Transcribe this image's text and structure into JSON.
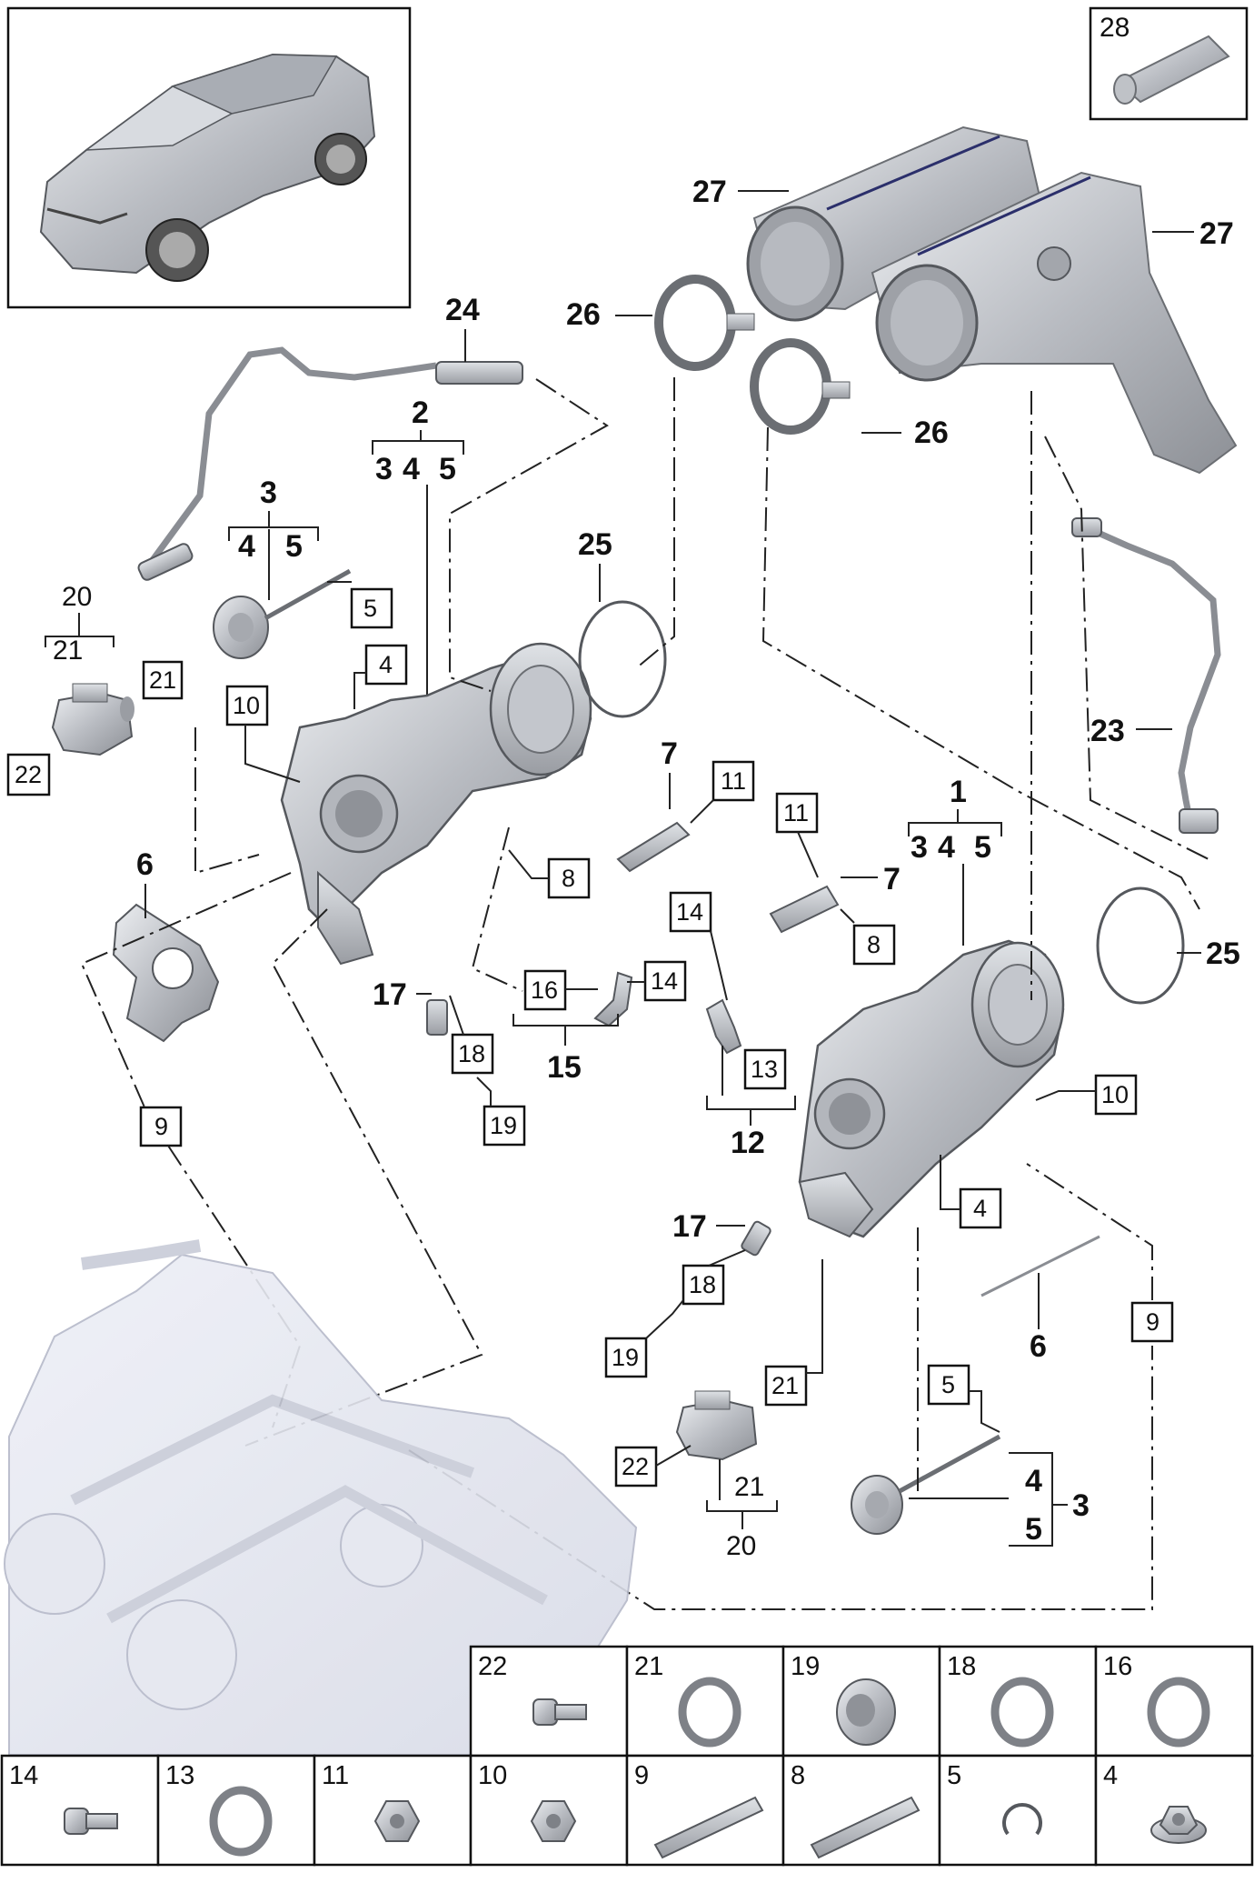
{
  "callouts": {
    "c28": "28",
    "c27a": "27",
    "c27b": "27",
    "c26a": "26",
    "c26b": "26",
    "c24": "24",
    "c2": "2",
    "c2_3": "3",
    "c2_4": "4",
    "c2_5": "5",
    "c3": "3",
    "c3_4": "4",
    "c3_5": "5",
    "c25a": "25",
    "c25b": "25",
    "c20a": "20",
    "c21a": "21",
    "c21b": "21",
    "c22a": "22",
    "c10a": "10",
    "c5a": "5",
    "c4a": "4",
    "c6a": "6",
    "c7a": "7",
    "c11a": "11",
    "c8a": "8",
    "c17a": "17",
    "c16": "16",
    "c14a": "14",
    "c14b": "14",
    "c15": "15",
    "c18a": "18",
    "c19a": "19",
    "c9a": "9",
    "c1": "1",
    "c1_3": "3",
    "c1_4": "4",
    "c1_5": "5",
    "c11b": "11",
    "c7b": "7",
    "c8b": "8",
    "c23": "23",
    "c13": "13",
    "c12": "12",
    "c10b": "10",
    "c4b": "4",
    "c6b": "6",
    "c9b": "9",
    "c17b": "17",
    "c18b": "18",
    "c19b": "19",
    "c21c": "21",
    "c22b": "22",
    "c21d": "21",
    "c20b": "20",
    "c5b": "5",
    "c3b_4": "4",
    "c3b_5": "5",
    "c3b": "3"
  },
  "legend_row1": [
    {
      "num": "22",
      "icon": "bolt-icon"
    },
    {
      "num": "21",
      "icon": "seal-ring-icon"
    },
    {
      "num": "19",
      "icon": "plug-icon"
    },
    {
      "num": "18",
      "icon": "seal-ring-icon"
    },
    {
      "num": "16",
      "icon": "seal-ring-icon"
    }
  ],
  "legend_row2": [
    {
      "num": "14",
      "icon": "bolt-icon"
    },
    {
      "num": "13",
      "icon": "seal-ring-icon"
    },
    {
      "num": "11",
      "icon": "nut-icon"
    },
    {
      "num": "10",
      "icon": "nut-icon"
    },
    {
      "num": "9",
      "icon": "stud-icon"
    },
    {
      "num": "8",
      "icon": "stud-icon"
    },
    {
      "num": "5",
      "icon": "circlip-icon"
    },
    {
      "num": "4",
      "icon": "flange-nut-icon"
    }
  ],
  "colors": {
    "part_fill": "#c9ccd1",
    "part_stroke": "#6b6e73",
    "line": "#222222"
  }
}
